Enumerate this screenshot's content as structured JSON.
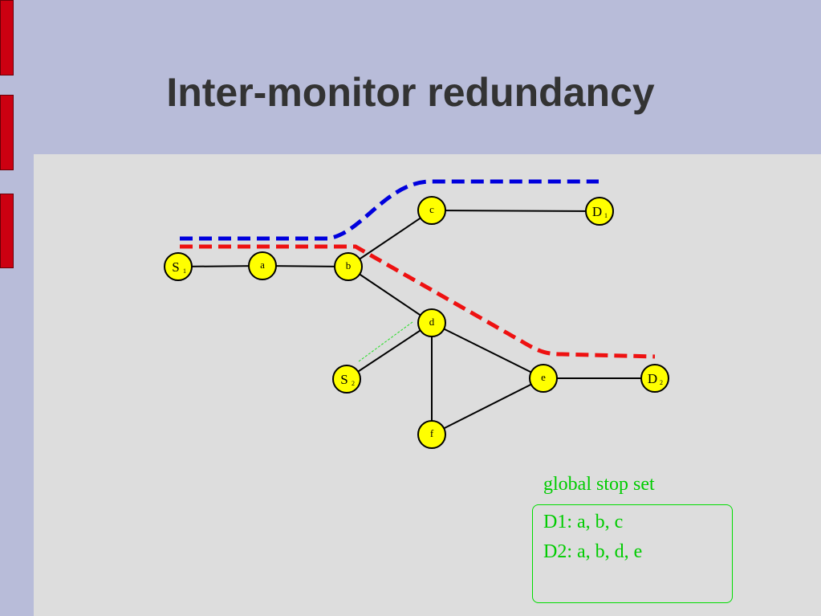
{
  "slide": {
    "title": "Inter-monitor redundancy"
  },
  "diagram": {
    "nodes": [
      {
        "id": "S1",
        "label": "S",
        "sub": "1"
      },
      {
        "id": "a",
        "label": "a",
        "sub": ""
      },
      {
        "id": "b",
        "label": "b",
        "sub": ""
      },
      {
        "id": "c",
        "label": "c",
        "sub": ""
      },
      {
        "id": "D1",
        "label": "D",
        "sub": "1"
      },
      {
        "id": "d",
        "label": "d",
        "sub": ""
      },
      {
        "id": "S2",
        "label": "S",
        "sub": "2"
      },
      {
        "id": "e",
        "label": "e",
        "sub": ""
      },
      {
        "id": "D2",
        "label": "D",
        "sub": "2"
      },
      {
        "id": "f",
        "label": "f",
        "sub": ""
      }
    ],
    "edges": [
      [
        "S1",
        "a"
      ],
      [
        "a",
        "b"
      ],
      [
        "b",
        "c"
      ],
      [
        "c",
        "D1"
      ],
      [
        "b",
        "d"
      ],
      [
        "S2",
        "d"
      ],
      [
        "d",
        "f"
      ],
      [
        "d",
        "e"
      ],
      [
        "f",
        "e"
      ],
      [
        "e",
        "D2"
      ]
    ],
    "paths": [
      {
        "id": "blue-path",
        "route": [
          "S1",
          "a",
          "b",
          "c",
          "D1"
        ],
        "color": "#0000dd"
      },
      {
        "id": "red-path",
        "route": [
          "S1",
          "a",
          "b",
          "d",
          "e",
          "D2"
        ],
        "color": "#ee1111"
      },
      {
        "id": "green-dotted-link",
        "route": [
          "S2",
          "d"
        ],
        "color": "#22dd22"
      }
    ],
    "node_fill": "#ffff00"
  },
  "stop_set": {
    "title": "global stop set",
    "entries": [
      "D1: a, b, c",
      "D2: a, b, d, e"
    ],
    "color": "#00cc00"
  }
}
